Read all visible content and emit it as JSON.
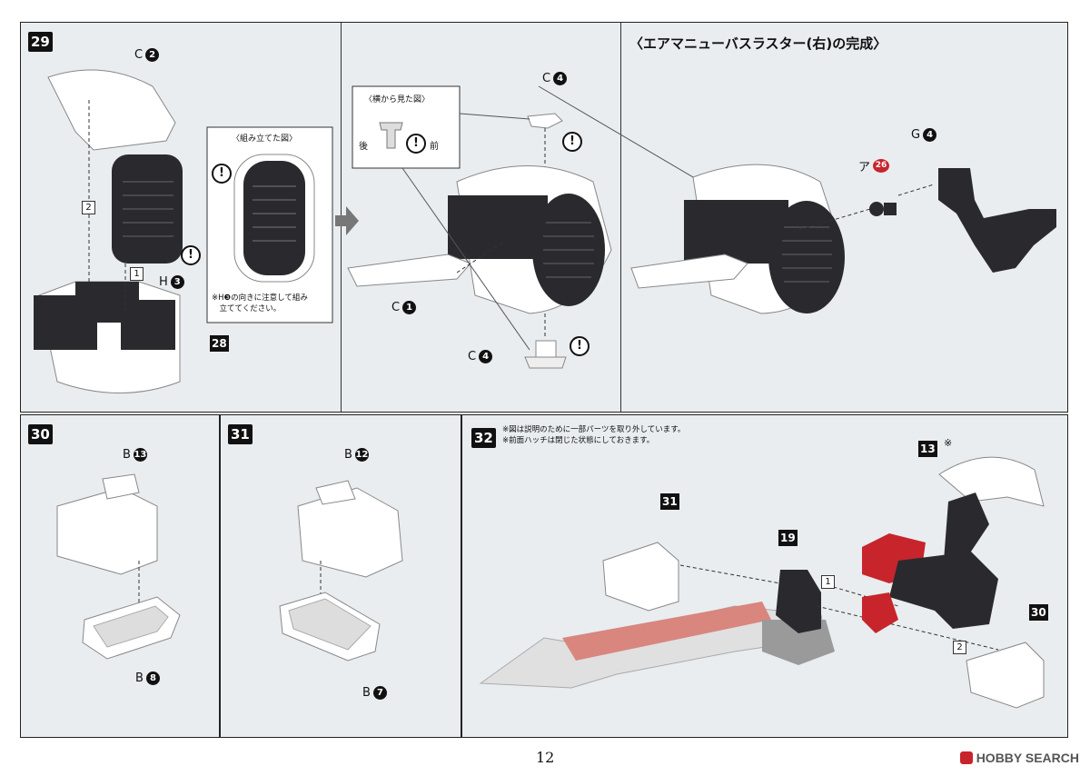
{
  "steps": {
    "s29": "29",
    "s30": "30",
    "s31": "31",
    "s32": "32",
    "p28": "28",
    "p19": "19",
    "p13": "13",
    "p30": "30",
    "p31": "31"
  },
  "refs29": {
    "c2": {
      "letter": "C",
      "num": "2"
    },
    "h3": {
      "letter": "H",
      "num": "3"
    },
    "c4top": {
      "letter": "C",
      "num": "4"
    },
    "c1": {
      "letter": "C",
      "num": "1"
    },
    "c4bot": {
      "letter": "C",
      "num": "4"
    },
    "g4": {
      "letter": "G",
      "num": "4"
    },
    "a26": {
      "letter": "ア",
      "num": "26"
    }
  },
  "refs30": {
    "top": {
      "letter": "B",
      "num": "13"
    },
    "bottom": {
      "letter": "B",
      "num": "8"
    }
  },
  "refs31": {
    "top": {
      "letter": "B",
      "num": "12"
    },
    "bottom": {
      "letter": "B",
      "num": "7"
    }
  },
  "sequence": {
    "one": "1",
    "two": "2"
  },
  "inset_assembled": {
    "title": "〈組み立てた図〉",
    "note": "※H❸の向きに注意して組み\n　立ててください。"
  },
  "inset_side": {
    "title": "〈横から見た図〉",
    "back": "後",
    "front": "前"
  },
  "complete_title": "〈エアマニューバスラスター(右)の完成〉",
  "step32_notes": "※図は説明のために一部パーツを取り外しています。\n※前面ハッチは閉じた状態にしておきます。",
  "mark_note": "※",
  "warn_mark": "!",
  "page_number": "12",
  "brand": "HOBBY SEARCH",
  "colors": {
    "panel": "#e9edef",
    "red": "#c8242c",
    "dark": "#2a2a2e",
    "white": "#ffffff"
  }
}
